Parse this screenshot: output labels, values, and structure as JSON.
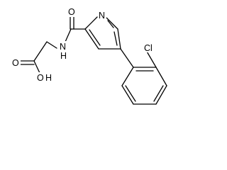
{
  "molecule": {
    "atom_labels": {
      "pyridine_n": "N",
      "amide_o": "O",
      "amide_nh": "N",
      "amide_h": "H",
      "acid_o": "O",
      "hydroxyl_o": "O",
      "hydroxyl_h": "H",
      "chlorine_c": "C",
      "chlorine_l": "l"
    }
  }
}
